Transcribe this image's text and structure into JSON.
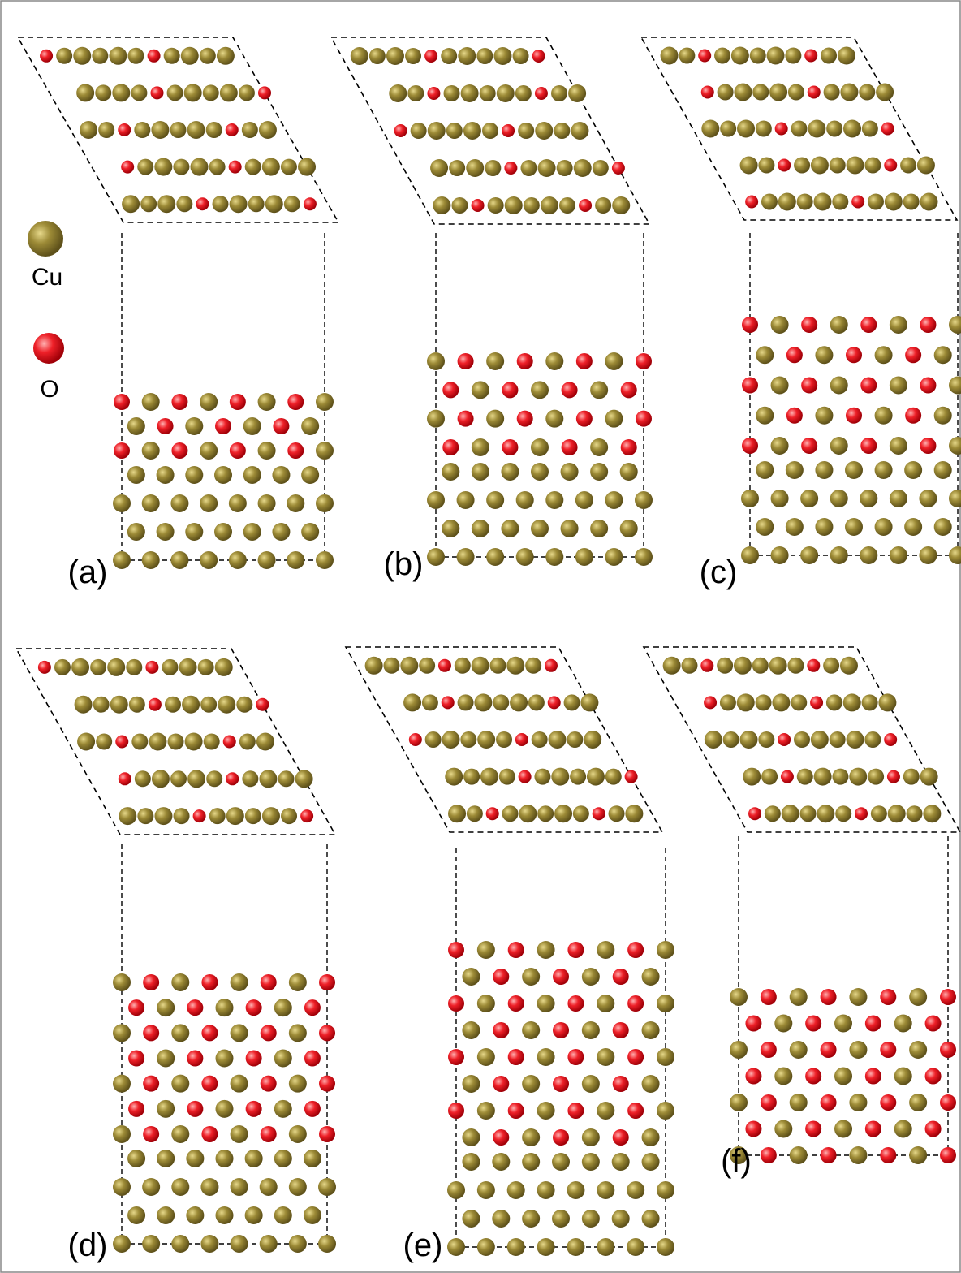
{
  "legend": {
    "items": [
      {
        "symbol": "Cu",
        "color": "#8B7A2E",
        "highlight": "#D8C878"
      },
      {
        "symbol": "O",
        "color": "#E8141C",
        "highlight": "#FF9090"
      }
    ]
  },
  "panels": [
    {
      "label": "(a)"
    },
    {
      "label": "(b)"
    },
    {
      "label": "(c)"
    },
    {
      "label": "(d)"
    },
    {
      "label": "(e)"
    },
    {
      "label": "(f)"
    }
  ],
  "colors": {
    "bond": "#C0392B",
    "cell_line": "#000000",
    "frame": "#888888"
  }
}
